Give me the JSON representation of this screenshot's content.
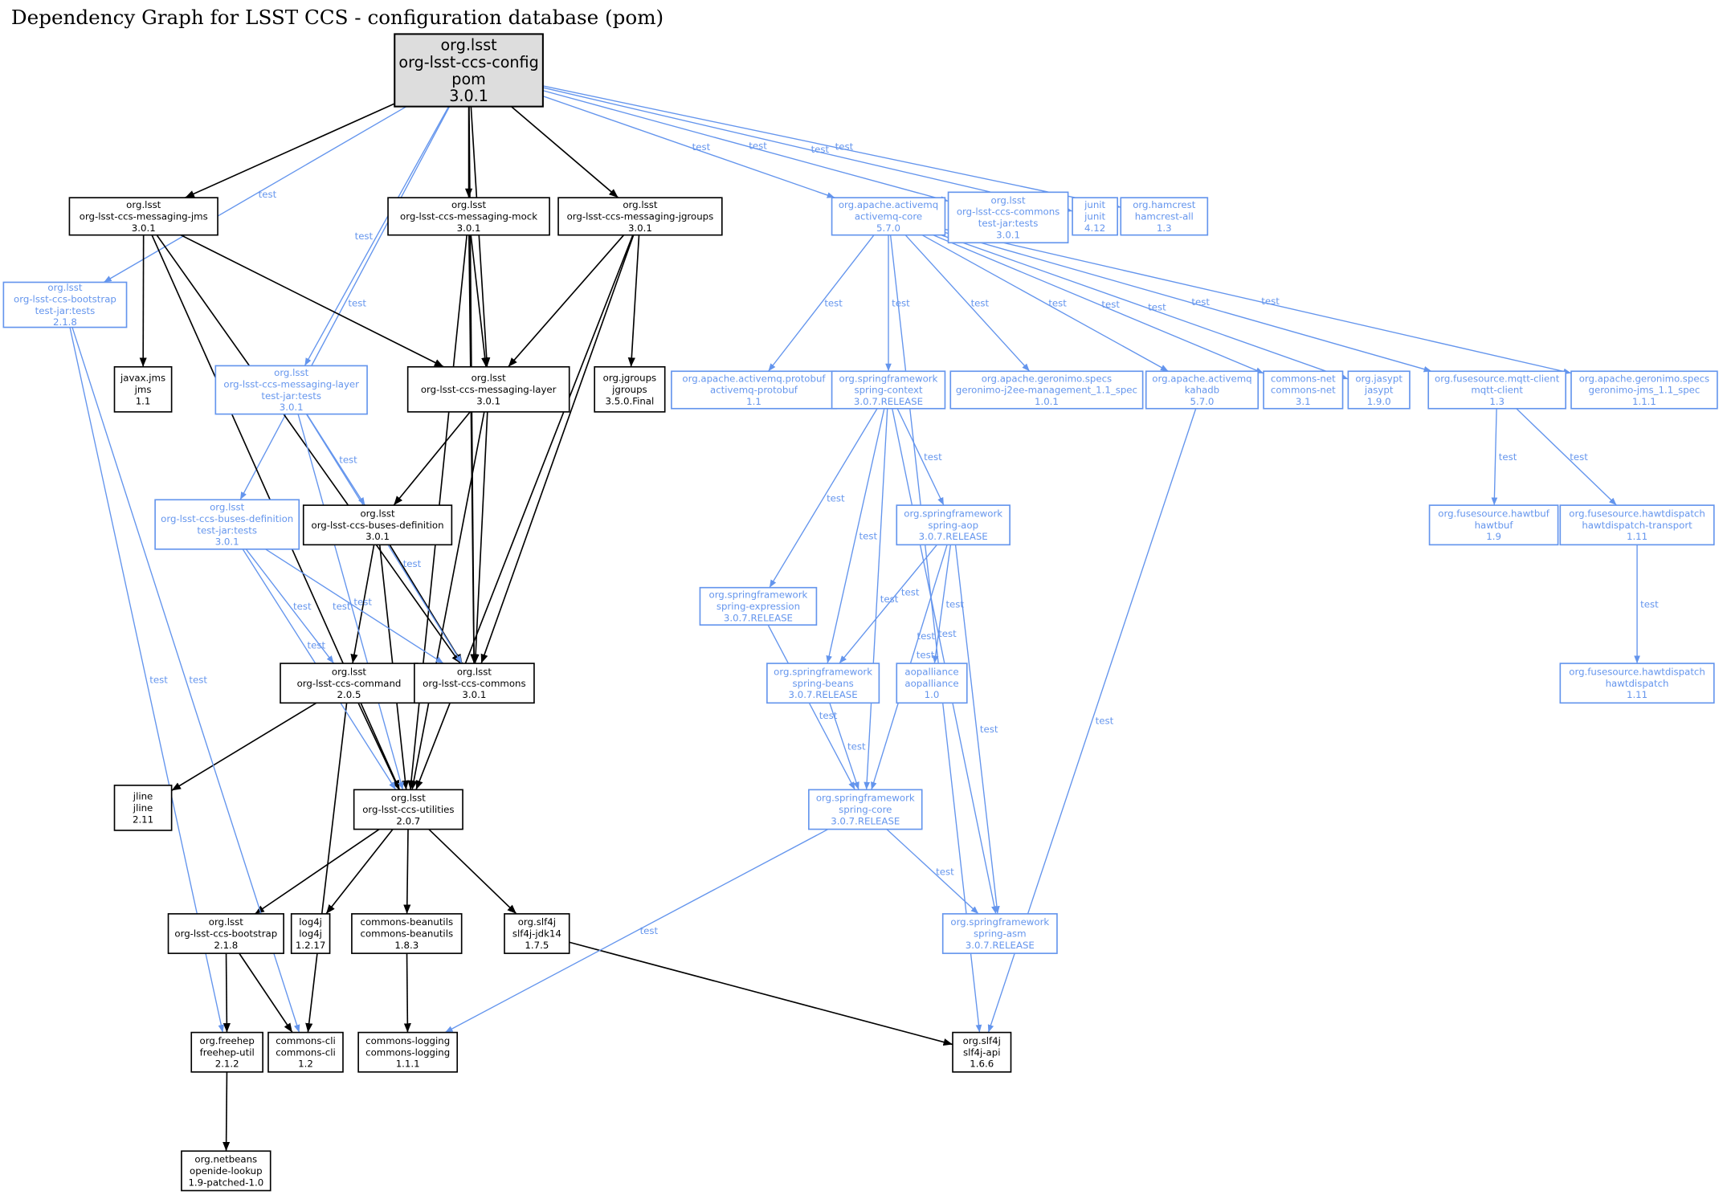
{
  "title": "Dependency Graph for LSST CCS - configuration database (pom)",
  "colors": {
    "compile": "#000000",
    "test": "#6495ed",
    "root_fill": "#dddddd"
  },
  "nodes": [
    {
      "id": "root",
      "lines": [
        "org.lsst",
        "org-lsst-ccs-config",
        "pom",
        "3.0.1"
      ],
      "scope": "root"
    },
    {
      "id": "jms",
      "lines": [
        "org.lsst",
        "org-lsst-ccs-messaging-jms",
        "3.0.1"
      ],
      "scope": "compile"
    },
    {
      "id": "mock",
      "lines": [
        "org.lsst",
        "org-lsst-ccs-messaging-mock",
        "3.0.1"
      ],
      "scope": "compile"
    },
    {
      "id": "jgroupsmsg",
      "lines": [
        "org.lsst",
        "org-lsst-ccs-messaging-jgroups",
        "3.0.1"
      ],
      "scope": "compile"
    },
    {
      "id": "amqcore",
      "lines": [
        "org.apache.activemq",
        "activemq-core",
        "5.7.0"
      ],
      "scope": "test"
    },
    {
      "id": "commonstj",
      "lines": [
        "org.lsst",
        "org-lsst-ccs-commons",
        "test-jar:tests",
        "3.0.1"
      ],
      "scope": "test"
    },
    {
      "id": "junit",
      "lines": [
        "junit",
        "junit",
        "4.12"
      ],
      "scope": "test"
    },
    {
      "id": "hamcrest",
      "lines": [
        "org.hamcrest",
        "hamcrest-all",
        "1.3"
      ],
      "scope": "test"
    },
    {
      "id": "bootstraptj",
      "lines": [
        "org.lsst",
        "org-lsst-ccs-bootstrap",
        "test-jar:tests",
        "2.1.8"
      ],
      "scope": "test"
    },
    {
      "id": "javaxjms",
      "lines": [
        "javax.jms",
        "jms",
        "1.1"
      ],
      "scope": "compile"
    },
    {
      "id": "layertj",
      "lines": [
        "org.lsst",
        "org-lsst-ccs-messaging-layer",
        "test-jar:tests",
        "3.0.1"
      ],
      "scope": "test"
    },
    {
      "id": "layer",
      "lines": [
        "org.lsst",
        "org-lsst-ccs-messaging-layer",
        "3.0.1"
      ],
      "scope": "compile"
    },
    {
      "id": "jgroups",
      "lines": [
        "org.jgroups",
        "jgroups",
        "3.5.0.Final"
      ],
      "scope": "compile"
    },
    {
      "id": "protobuf",
      "lines": [
        "org.apache.activemq.protobuf",
        "activemq-protobuf",
        "1.1"
      ],
      "scope": "test"
    },
    {
      "id": "springctx",
      "lines": [
        "org.springframework",
        "spring-context",
        "3.0.7.RELEASE"
      ],
      "scope": "test"
    },
    {
      "id": "j2ee",
      "lines": [
        "org.apache.geronimo.specs",
        "geronimo-j2ee-management_1.1_spec",
        "1.0.1"
      ],
      "scope": "test"
    },
    {
      "id": "kahadb",
      "lines": [
        "org.apache.activemq",
        "kahadb",
        "5.7.0"
      ],
      "scope": "test"
    },
    {
      "id": "commonsnet",
      "lines": [
        "commons-net",
        "commons-net",
        "3.1"
      ],
      "scope": "test"
    },
    {
      "id": "jasypt",
      "lines": [
        "org.jasypt",
        "jasypt",
        "1.9.0"
      ],
      "scope": "test"
    },
    {
      "id": "mqtt",
      "lines": [
        "org.fusesource.mqtt-client",
        "mqtt-client",
        "1.3"
      ],
      "scope": "test"
    },
    {
      "id": "gjms",
      "lines": [
        "org.apache.geronimo.specs",
        "geronimo-jms_1.1_spec",
        "1.1.1"
      ],
      "scope": "test"
    },
    {
      "id": "busestj",
      "lines": [
        "org.lsst",
        "org-lsst-ccs-buses-definition",
        "test-jar:tests",
        "3.0.1"
      ],
      "scope": "test"
    },
    {
      "id": "buses",
      "lines": [
        "org.lsst",
        "org-lsst-ccs-buses-definition",
        "3.0.1"
      ],
      "scope": "compile"
    },
    {
      "id": "springaop",
      "lines": [
        "org.springframework",
        "spring-aop",
        "3.0.7.RELEASE"
      ],
      "scope": "test"
    },
    {
      "id": "hawtbuf",
      "lines": [
        "org.fusesource.hawtbuf",
        "hawtbuf",
        "1.9"
      ],
      "scope": "test"
    },
    {
      "id": "hdtransport",
      "lines": [
        "org.fusesource.hawtdispatch",
        "hawtdispatch-transport",
        "1.11"
      ],
      "scope": "test"
    },
    {
      "id": "springexpr",
      "lines": [
        "org.springframework",
        "spring-expression",
        "3.0.7.RELEASE"
      ],
      "scope": "test"
    },
    {
      "id": "command",
      "lines": [
        "org.lsst",
        "org-lsst-ccs-command",
        "2.0.5"
      ],
      "scope": "compile"
    },
    {
      "id": "commons",
      "lines": [
        "org.lsst",
        "org-lsst-ccs-commons",
        "3.0.1"
      ],
      "scope": "compile"
    },
    {
      "id": "springbeans",
      "lines": [
        "org.springframework",
        "spring-beans",
        "3.0.7.RELEASE"
      ],
      "scope": "test"
    },
    {
      "id": "aopalliance",
      "lines": [
        "aopalliance",
        "aopalliance",
        "1.0"
      ],
      "scope": "test"
    },
    {
      "id": "hawtdispatch",
      "lines": [
        "org.fusesource.hawtdispatch",
        "hawtdispatch",
        "1.11"
      ],
      "scope": "test"
    },
    {
      "id": "jline",
      "lines": [
        "jline",
        "jline",
        "2.11"
      ],
      "scope": "compile"
    },
    {
      "id": "utilities",
      "lines": [
        "org.lsst",
        "org-lsst-ccs-utilities",
        "2.0.7"
      ],
      "scope": "compile"
    },
    {
      "id": "springcore",
      "lines": [
        "org.springframework",
        "spring-core",
        "3.0.7.RELEASE"
      ],
      "scope": "test"
    },
    {
      "id": "bootstrap",
      "lines": [
        "org.lsst",
        "org-lsst-ccs-bootstrap",
        "2.1.8"
      ],
      "scope": "compile"
    },
    {
      "id": "log4j",
      "lines": [
        "log4j",
        "log4j",
        "1.2.17"
      ],
      "scope": "compile"
    },
    {
      "id": "beanutils",
      "lines": [
        "commons-beanutils",
        "commons-beanutils",
        "1.8.3"
      ],
      "scope": "compile"
    },
    {
      "id": "slf4jjdk",
      "lines": [
        "org.slf4j",
        "slf4j-jdk14",
        "1.7.5"
      ],
      "scope": "compile"
    },
    {
      "id": "springasm",
      "lines": [
        "org.springframework",
        "spring-asm",
        "3.0.7.RELEASE"
      ],
      "scope": "test"
    },
    {
      "id": "freehep",
      "lines": [
        "org.freehep",
        "freehep-util",
        "2.1.2"
      ],
      "scope": "compile"
    },
    {
      "id": "cli",
      "lines": [
        "commons-cli",
        "commons-cli",
        "1.2"
      ],
      "scope": "compile"
    },
    {
      "id": "logging",
      "lines": [
        "commons-logging",
        "commons-logging",
        "1.1.1"
      ],
      "scope": "compile"
    },
    {
      "id": "slf4japi",
      "lines": [
        "org.slf4j",
        "slf4j-api",
        "1.6.6"
      ],
      "scope": "compile"
    },
    {
      "id": "netbeans",
      "lines": [
        "org.netbeans",
        "openide-lookup",
        "1.9-patched-1.0"
      ],
      "scope": "compile"
    }
  ],
  "edges": [
    {
      "from": "root",
      "to": "jms"
    },
    {
      "from": "root",
      "to": "mock"
    },
    {
      "from": "root",
      "to": "jgroupsmsg"
    },
    {
      "from": "root",
      "to": "layer"
    },
    {
      "from": "root",
      "to": "commons"
    },
    {
      "from": "root",
      "to": "bootstraptj",
      "label": "test"
    },
    {
      "from": "root",
      "to": "busestj",
      "label": "test"
    },
    {
      "from": "root",
      "to": "layertj",
      "label": "test"
    },
    {
      "from": "root",
      "to": "amqcore",
      "label": "test"
    },
    {
      "from": "root",
      "to": "commonstj",
      "label": "test"
    },
    {
      "from": "root",
      "to": "junit",
      "label": "test"
    },
    {
      "from": "root",
      "to": "hamcrest",
      "label": "test"
    },
    {
      "from": "jms",
      "to": "javaxjms"
    },
    {
      "from": "jms",
      "to": "layer"
    },
    {
      "from": "jms",
      "to": "commons"
    },
    {
      "from": "jms",
      "to": "utilities"
    },
    {
      "from": "mock",
      "to": "layer"
    },
    {
      "from": "mock",
      "to": "commons"
    },
    {
      "from": "mock",
      "to": "utilities"
    },
    {
      "from": "jgroupsmsg",
      "to": "jgroups"
    },
    {
      "from": "jgroupsmsg",
      "to": "layer"
    },
    {
      "from": "jgroupsmsg",
      "to": "commons"
    },
    {
      "from": "jgroupsmsg",
      "to": "utilities"
    },
    {
      "from": "layer",
      "to": "buses"
    },
    {
      "from": "layer",
      "to": "commons"
    },
    {
      "from": "layer",
      "to": "utilities"
    },
    {
      "from": "buses",
      "to": "command"
    },
    {
      "from": "buses",
      "to": "commons"
    },
    {
      "from": "buses",
      "to": "utilities"
    },
    {
      "from": "command",
      "to": "jline"
    },
    {
      "from": "command",
      "to": "utilities"
    },
    {
      "from": "command",
      "to": "cli"
    },
    {
      "from": "utilities",
      "to": "bootstrap"
    },
    {
      "from": "utilities",
      "to": "log4j"
    },
    {
      "from": "utilities",
      "to": "beanutils"
    },
    {
      "from": "utilities",
      "to": "slf4jjdk"
    },
    {
      "from": "bootstrap",
      "to": "freehep"
    },
    {
      "from": "bootstrap",
      "to": "cli"
    },
    {
      "from": "beanutils",
      "to": "logging"
    },
    {
      "from": "slf4jjdk",
      "to": "slf4japi"
    },
    {
      "from": "freehep",
      "to": "netbeans"
    },
    {
      "from": "bootstraptj",
      "to": "freehep",
      "label": "test"
    },
    {
      "from": "bootstraptj",
      "to": "cli",
      "label": "test"
    },
    {
      "from": "layertj",
      "to": "buses",
      "label": "test"
    },
    {
      "from": "layertj",
      "to": "commons",
      "label": "test"
    },
    {
      "from": "layertj",
      "to": "utilities",
      "label": "test"
    },
    {
      "from": "busestj",
      "to": "command",
      "label": "test"
    },
    {
      "from": "busestj",
      "to": "commons",
      "label": "test"
    },
    {
      "from": "busestj",
      "to": "utilities",
      "label": "test"
    },
    {
      "from": "amqcore",
      "to": "protobuf",
      "label": "test"
    },
    {
      "from": "amqcore",
      "to": "springctx",
      "label": "test"
    },
    {
      "from": "amqcore",
      "to": "j2ee",
      "label": "test"
    },
    {
      "from": "amqcore",
      "to": "kahadb",
      "label": "test"
    },
    {
      "from": "amqcore",
      "to": "commonsnet",
      "label": "test"
    },
    {
      "from": "amqcore",
      "to": "jasypt",
      "label": "test"
    },
    {
      "from": "amqcore",
      "to": "mqtt",
      "label": "test"
    },
    {
      "from": "amqcore",
      "to": "gjms",
      "label": "test"
    },
    {
      "from": "amqcore",
      "to": "slf4japi",
      "label": "test"
    },
    {
      "from": "springctx",
      "to": "springexpr",
      "label": "test"
    },
    {
      "from": "springctx",
      "to": "springbeans",
      "label": "test"
    },
    {
      "from": "springctx",
      "to": "springcore",
      "label": "test"
    },
    {
      "from": "springctx",
      "to": "springaop",
      "label": "test"
    },
    {
      "from": "springctx",
      "to": "springasm",
      "label": "test"
    },
    {
      "from": "springaop",
      "to": "springbeans",
      "label": "test"
    },
    {
      "from": "springaop",
      "to": "aopalliance",
      "label": "test"
    },
    {
      "from": "springaop",
      "to": "springcore",
      "label": "test"
    },
    {
      "from": "springaop",
      "to": "springasm",
      "label": "test"
    },
    {
      "from": "springexpr",
      "to": "springcore",
      "label": "test"
    },
    {
      "from": "springbeans",
      "to": "springcore",
      "label": "test"
    },
    {
      "from": "springcore",
      "to": "springasm",
      "label": "test"
    },
    {
      "from": "springcore",
      "to": "logging",
      "label": "test"
    },
    {
      "from": "kahadb",
      "to": "slf4japi",
      "label": "test"
    },
    {
      "from": "mqtt",
      "to": "hawtbuf",
      "label": "test"
    },
    {
      "from": "mqtt",
      "to": "hdtransport",
      "label": "test"
    },
    {
      "from": "hdtransport",
      "to": "hawtdispatch",
      "label": "test"
    }
  ]
}
